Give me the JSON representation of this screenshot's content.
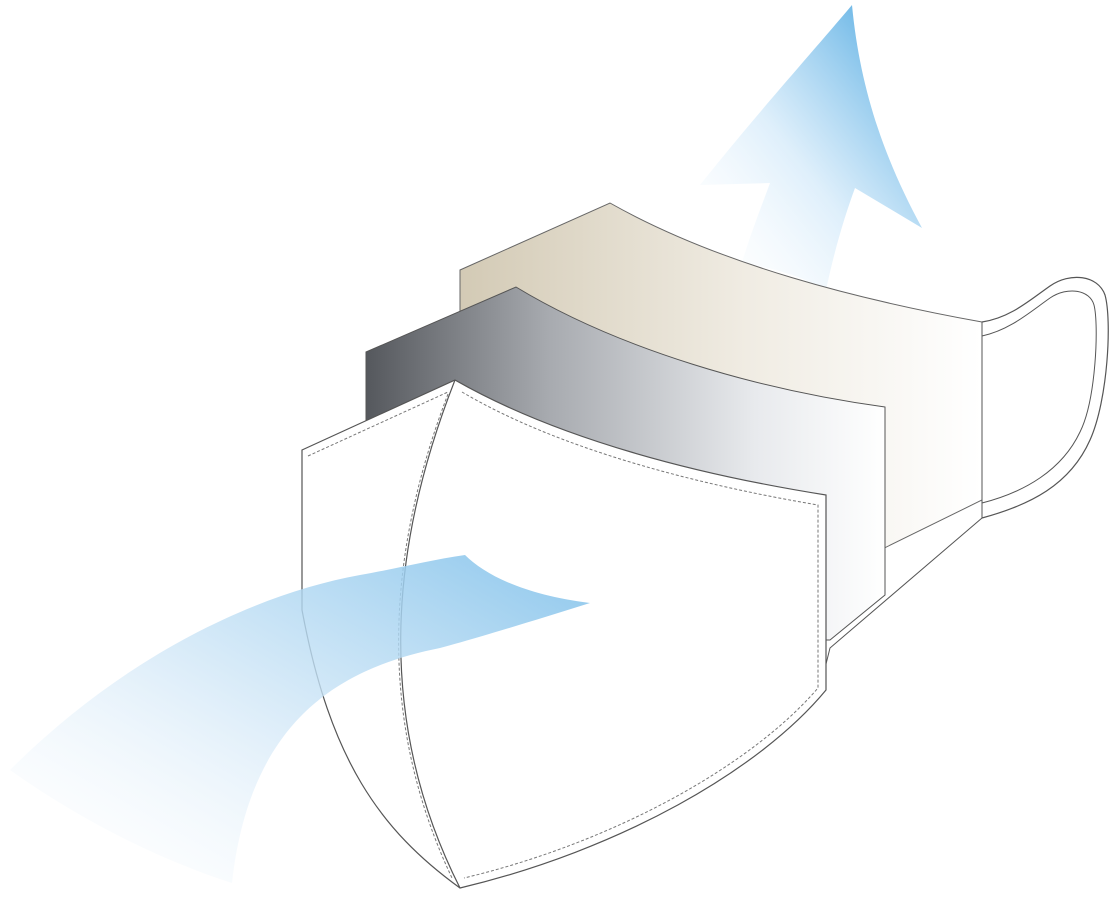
{
  "diagram": {
    "colors": {
      "background": "#ffffff",
      "outline": "#555555",
      "stitch": "#777777",
      "airflow": "#4aa8e0",
      "inner_layer": "#d8d0bd",
      "middle_layer": "#5d6066",
      "outer_layer": "#ffffff"
    },
    "elements": [
      "airflow-in-arrow",
      "airflow-out-arrow",
      "mask-inner-layer",
      "mask-middle-layer",
      "mask-outer-layer",
      "ear-loop"
    ]
  }
}
